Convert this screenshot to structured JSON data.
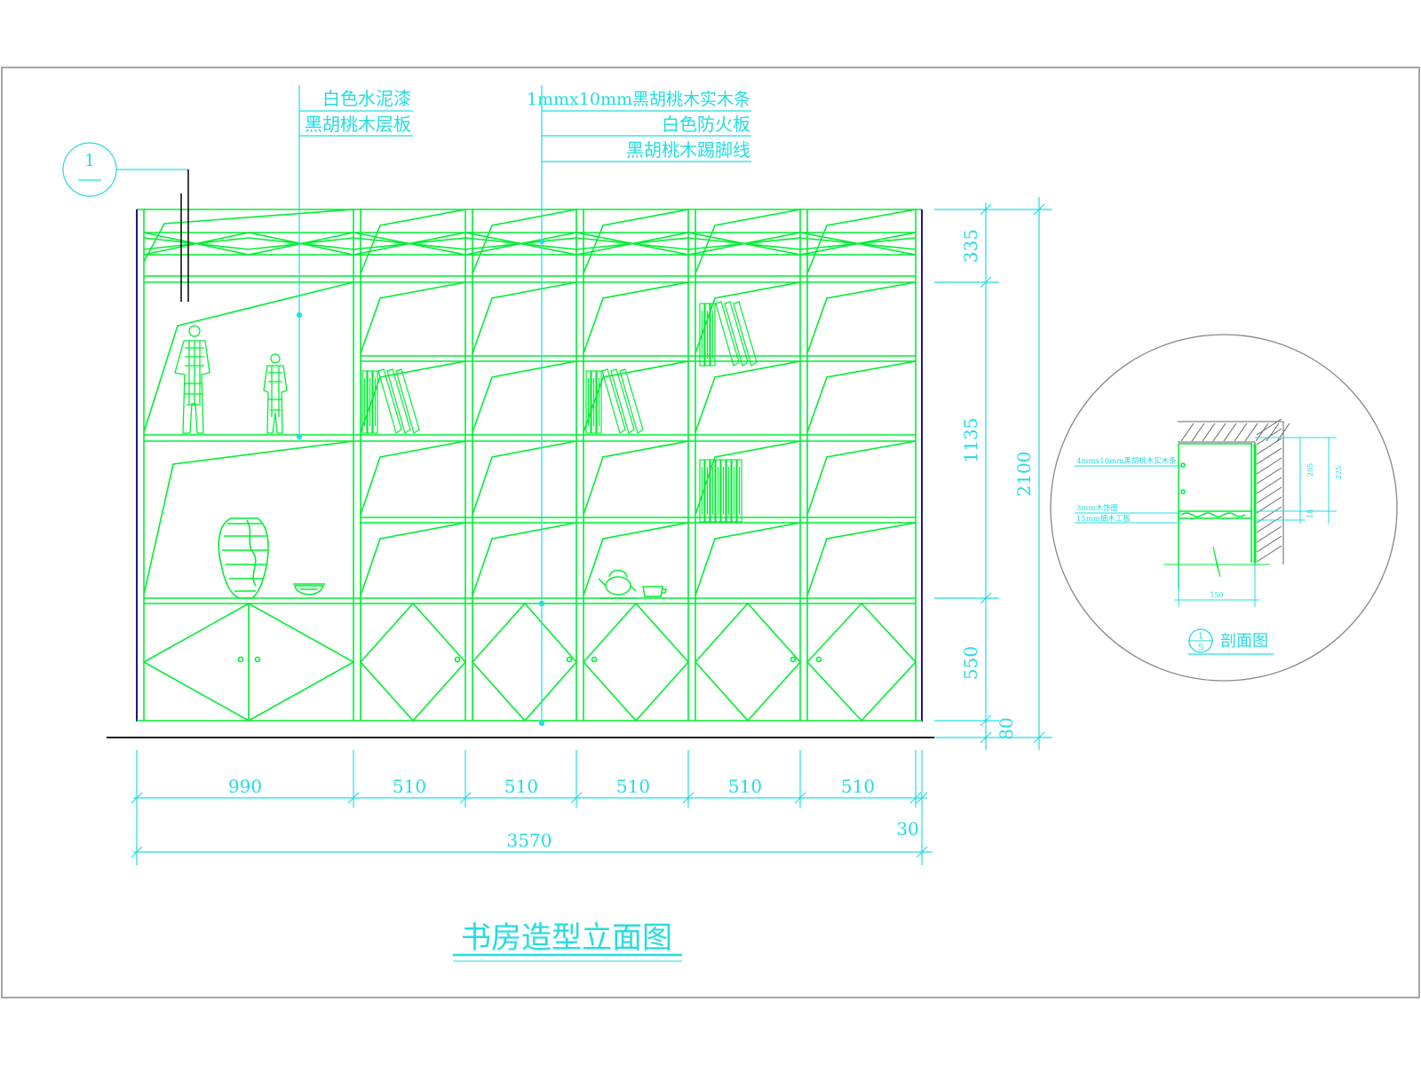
{
  "drawing": {
    "title": "书房造型立面图",
    "callout_marker": "1",
    "annotations_left": [
      "白色水泥漆",
      "黑胡桃木层板"
    ],
    "annotations_right": [
      "1mmx10mm黑胡桃木实木条",
      "白色防火板",
      "黑胡桃木踢脚线"
    ],
    "dims_bottom": [
      "990",
      "510",
      "510",
      "510",
      "510",
      "510"
    ],
    "dim_total": "3570",
    "dim_offset": "30",
    "dims_right": [
      "335",
      "1135",
      "550",
      "80"
    ],
    "dim_height_total": "2100"
  },
  "detail": {
    "label": "剖面图",
    "marker_top": "1",
    "marker_bottom": "5",
    "notes": [
      "4mmx10mm黑胡桃木实木条",
      "3mm木饰面",
      "15mm细木工板"
    ],
    "small_dims": [
      "205",
      "225",
      "18",
      "150"
    ]
  },
  "colors": {
    "line_green": "#00ee33",
    "dim_cyan": "#22dde0",
    "frame_gray": "#888888",
    "edge_blue": "#1a1a8a",
    "hatch_gray": "#666666"
  }
}
